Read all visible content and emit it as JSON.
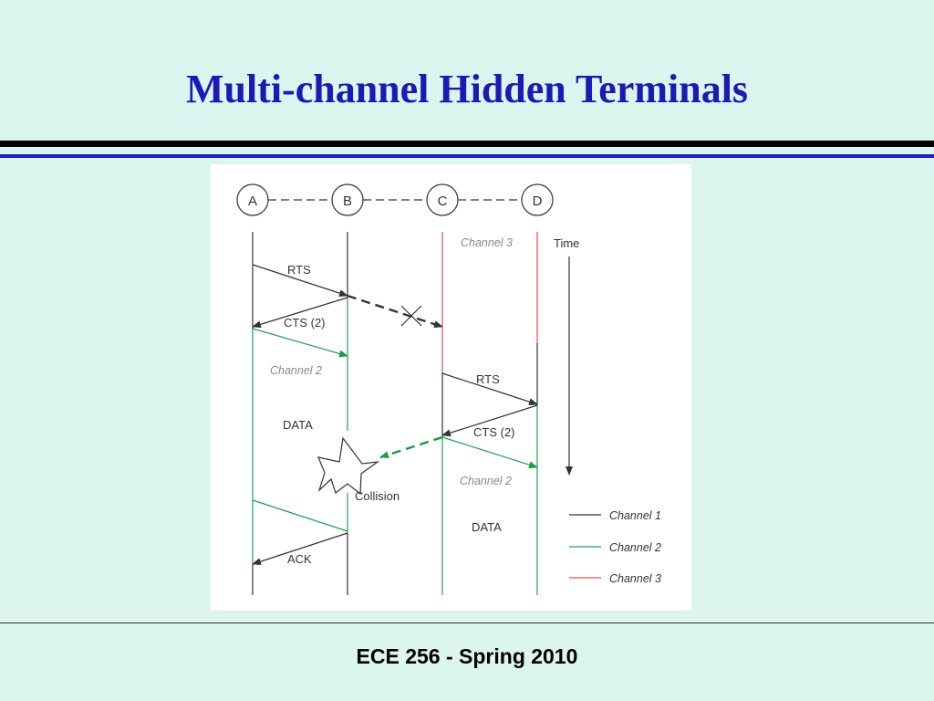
{
  "slide": {
    "title": "Multi-channel Hidden Terminals",
    "footer": "ECE 256 - Spring 2010"
  },
  "diagram": {
    "nodes": [
      "A",
      "B",
      "C",
      "D"
    ],
    "time_label": "Time",
    "labels": {
      "rts_1": "RTS",
      "cts_1": "CTS (2)",
      "channel_2_left": "Channel 2",
      "data_left": "DATA",
      "collision": "Collision",
      "ack": "ACK",
      "channel_3_top": "Channel 3",
      "rts_2": "RTS",
      "cts_2": "CTS (2)",
      "channel_2_right": "Channel 2",
      "data_right": "DATA"
    },
    "legend": [
      {
        "label": "Channel 1",
        "color": "#333333"
      },
      {
        "label": "Channel 2",
        "color": "#22a050"
      },
      {
        "label": "Channel 3",
        "color": "#e05050"
      }
    ],
    "colors": {
      "channel_1": "#333333",
      "channel_2": "#22a050",
      "channel_3": "#e05050",
      "dashed_black": "#333333",
      "dashed_green": "#1f9a48"
    }
  }
}
